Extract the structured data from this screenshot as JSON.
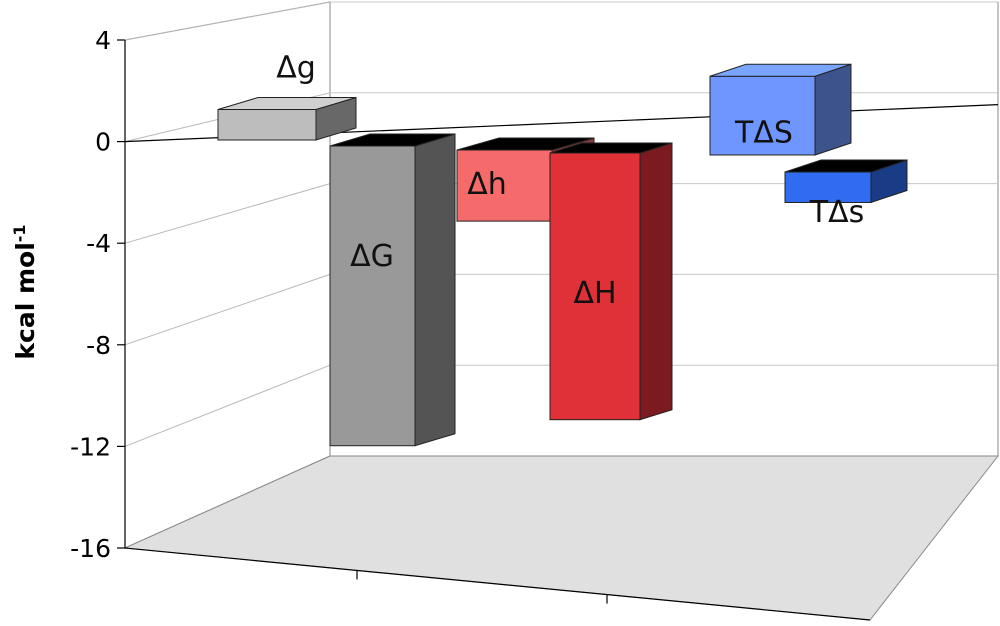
{
  "chart_data": {
    "type": "bar",
    "title": "",
    "xlabel": "",
    "ylabel": "kcal mol",
    "ylabel_superscript": "-1",
    "ylim": [
      -16,
      4
    ],
    "yticks": [
      4,
      0,
      -4,
      -8,
      -12,
      -16
    ],
    "grid": true,
    "legend": "none",
    "series": [
      {
        "group": "front",
        "bars": [
          {
            "label": "ΔG",
            "value": -11.8,
            "color": "#999999"
          },
          {
            "label": "ΔH",
            "value": -10.5,
            "color": "#e03038"
          },
          {
            "label": "TΔs",
            "value": -1.2,
            "color": "#2f6cf2"
          }
        ]
      },
      {
        "group": "back",
        "bars": [
          {
            "label": "Δg",
            "value": 1.2,
            "color": "#bdbdbd"
          },
          {
            "label": "Δh",
            "value": -2.8,
            "color": "#f56a6a"
          },
          {
            "label": "TΔS",
            "value": 3.1,
            "color": "#6f96ff"
          }
        ]
      }
    ]
  }
}
